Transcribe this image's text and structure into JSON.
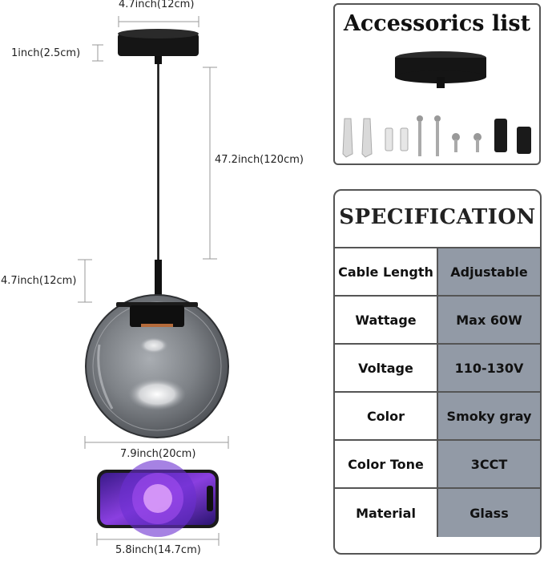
{
  "dimensions": {
    "canopy_width": "4.7inch(12cm)",
    "canopy_height": "1inch(2.5cm)",
    "cable_length": "47.2inch(120cm)",
    "holder_height": "4.7inch(12cm)",
    "globe_diameter": "7.9inch(20cm)",
    "phone_width": "5.8inch(14.7cm)"
  },
  "accessories": {
    "title": "Accessorics list"
  },
  "specification": {
    "title": "SPECIFICATION",
    "rows": [
      {
        "key": "Cable Length",
        "value": "Adjustable"
      },
      {
        "key": "Wattage",
        "value": "Max 60W"
      },
      {
        "key": "Voltage",
        "value": "110-130V"
      },
      {
        "key": "Color",
        "value": "Smoky gray"
      },
      {
        "key": "Color Tone",
        "value": "3CCT"
      },
      {
        "key": "Material",
        "value": "Glass"
      }
    ]
  },
  "colors": {
    "value_cell": "#929aa6",
    "globe": "#6f7378",
    "fixture_black": "#111111",
    "phone_purple": "#8a3fe0"
  }
}
